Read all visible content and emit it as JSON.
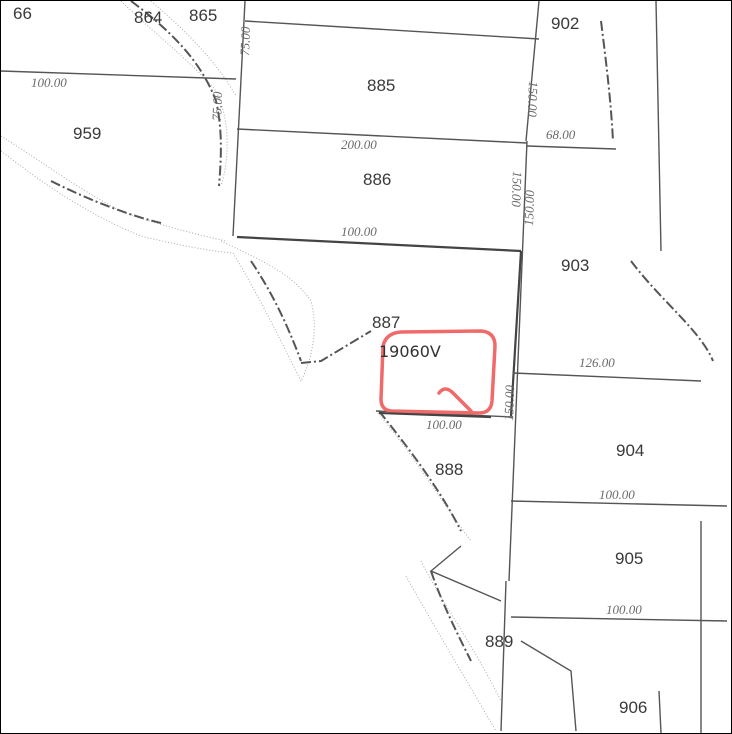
{
  "map": {
    "parcels": [
      {
        "id": "p66",
        "label": "66"
      },
      {
        "id": "p864",
        "label": "864"
      },
      {
        "id": "p865",
        "label": "865"
      },
      {
        "id": "p885",
        "label": "885"
      },
      {
        "id": "p886",
        "label": "886"
      },
      {
        "id": "p887",
        "label": "887"
      },
      {
        "id": "p888",
        "label": "888"
      },
      {
        "id": "p889",
        "label": "889"
      },
      {
        "id": "p902",
        "label": "902"
      },
      {
        "id": "p903",
        "label": "903"
      },
      {
        "id": "p904",
        "label": "904"
      },
      {
        "id": "p905",
        "label": "905"
      },
      {
        "id": "p906",
        "label": "906"
      },
      {
        "id": "p959",
        "label": "959"
      }
    ],
    "dimensions": [
      "100.00",
      "200.00",
      "100.00",
      "68.00",
      "126.00",
      "100.00",
      "100.00",
      "100.00",
      "150.00",
      "150.00",
      "150.00",
      "150.00",
      "75.00",
      "75.00"
    ],
    "handwritten_note": "19060V",
    "colors": {
      "highlight": "#f06a6a",
      "ink": "#444444",
      "background": "#ffffff"
    }
  }
}
